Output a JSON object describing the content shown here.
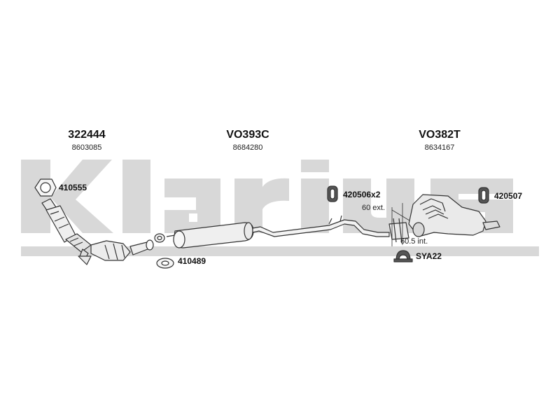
{
  "watermark": {
    "brand": "Klarius"
  },
  "assemblies": [
    {
      "code": "322444",
      "oe": "8603085"
    },
    {
      "code": "VO393C",
      "oe": "8684280"
    },
    {
      "code": "VO382T",
      "oe": "8634167"
    }
  ],
  "parts": {
    "gasket_front": "410555",
    "gasket_mid": "410489",
    "hanger_mid": "420506x2",
    "hanger_rear": "420507",
    "clamp": "SYA22"
  },
  "notes": {
    "ext": "60 ext.",
    "int": "60.5 int."
  },
  "colors": {
    "watermark": "#d9d9d9",
    "line": "#333333",
    "fill": "#eeeeee"
  }
}
